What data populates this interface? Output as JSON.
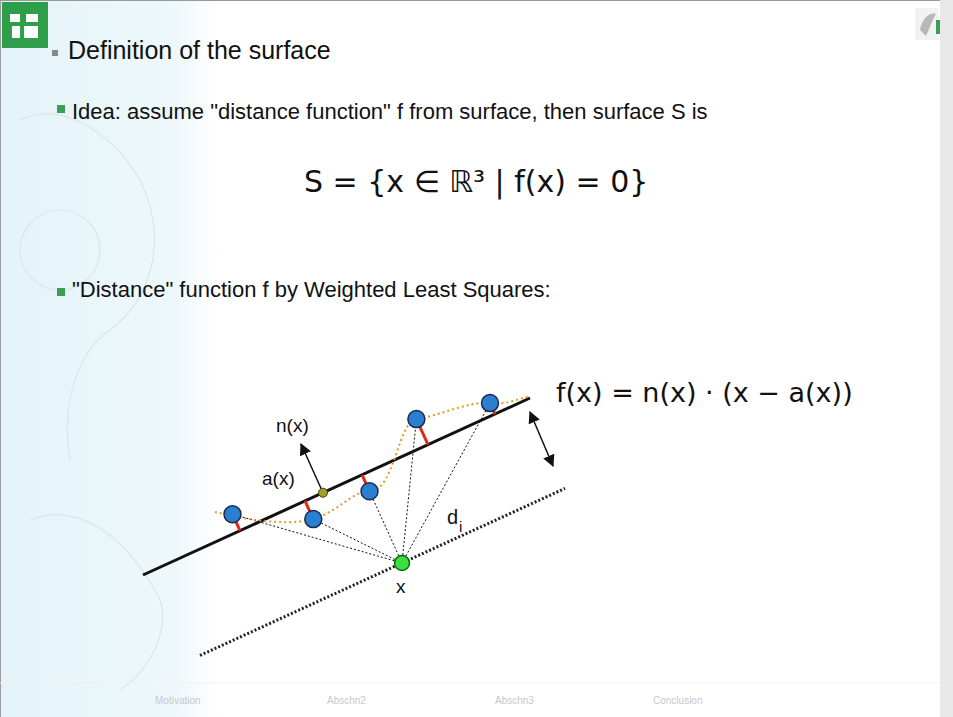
{
  "diagram": {
    "title": "Definition of the surface",
    "labels": [
      "Idea: assume \"distance function\" f from surface, then surface S is",
      "S = {x ∈ ℝ³ | f(x) = 0}",
      "\"Distance\" function f by Weighted Least Squares:",
      "n(x)",
      "a(x)",
      "f(x) = n(x) · (x − a(x))",
      "d",
      "i",
      "x",
      "Motivation",
      "Abschn2",
      "Abschn3",
      "Conclusion"
    ]
  }
}
